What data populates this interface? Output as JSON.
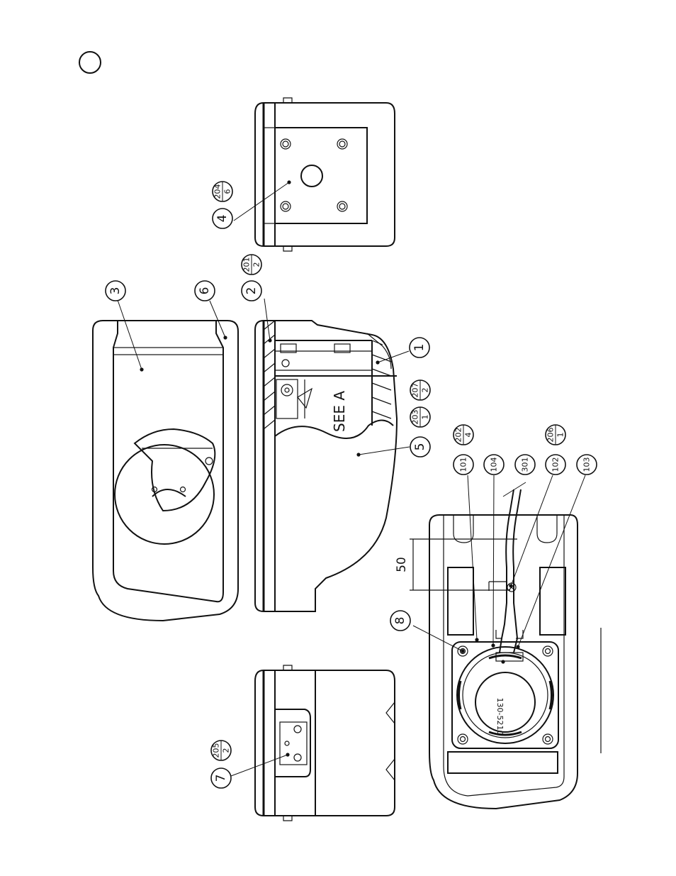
{
  "balloons": {
    "b1": "1",
    "b2": "2",
    "b3": "3",
    "b4": "4",
    "b5": "5",
    "b6": "6",
    "b7": "7",
    "b8": "8",
    "b101": "101",
    "b102": "102",
    "b103": "103",
    "b104": "104",
    "b301": "301"
  },
  "fractions": {
    "f201": {
      "top": "201",
      "bottom": "2"
    },
    "f202": {
      "top": "202",
      "bottom": "4"
    },
    "f203": {
      "top": "203",
      "bottom": "1"
    },
    "f204": {
      "top": "204",
      "bottom": "6"
    },
    "f205": {
      "top": "205",
      "bottom": "2"
    },
    "f206": {
      "top": "206",
      "bottom": "1"
    },
    "f207": {
      "top": "207",
      "bottom": "2"
    }
  },
  "labels": {
    "see_a": "SEE A",
    "dimension_50": "50",
    "speaker_marking": "130-5210"
  }
}
